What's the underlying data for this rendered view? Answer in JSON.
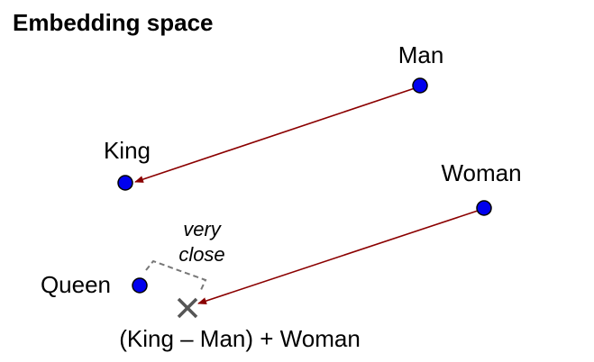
{
  "title": "Embedding space",
  "words": {
    "man": "Man",
    "king": "King",
    "woman": "Woman",
    "queen": "Queen"
  },
  "result_label": "(King – Man) + Woman",
  "annotation": {
    "line1": "very",
    "line2": "close"
  },
  "colors": {
    "point_fill": "#0000ee",
    "point_stroke": "#000000",
    "arrow": "#8b0000",
    "cross": "#555555",
    "bracket": "#777777"
  }
}
